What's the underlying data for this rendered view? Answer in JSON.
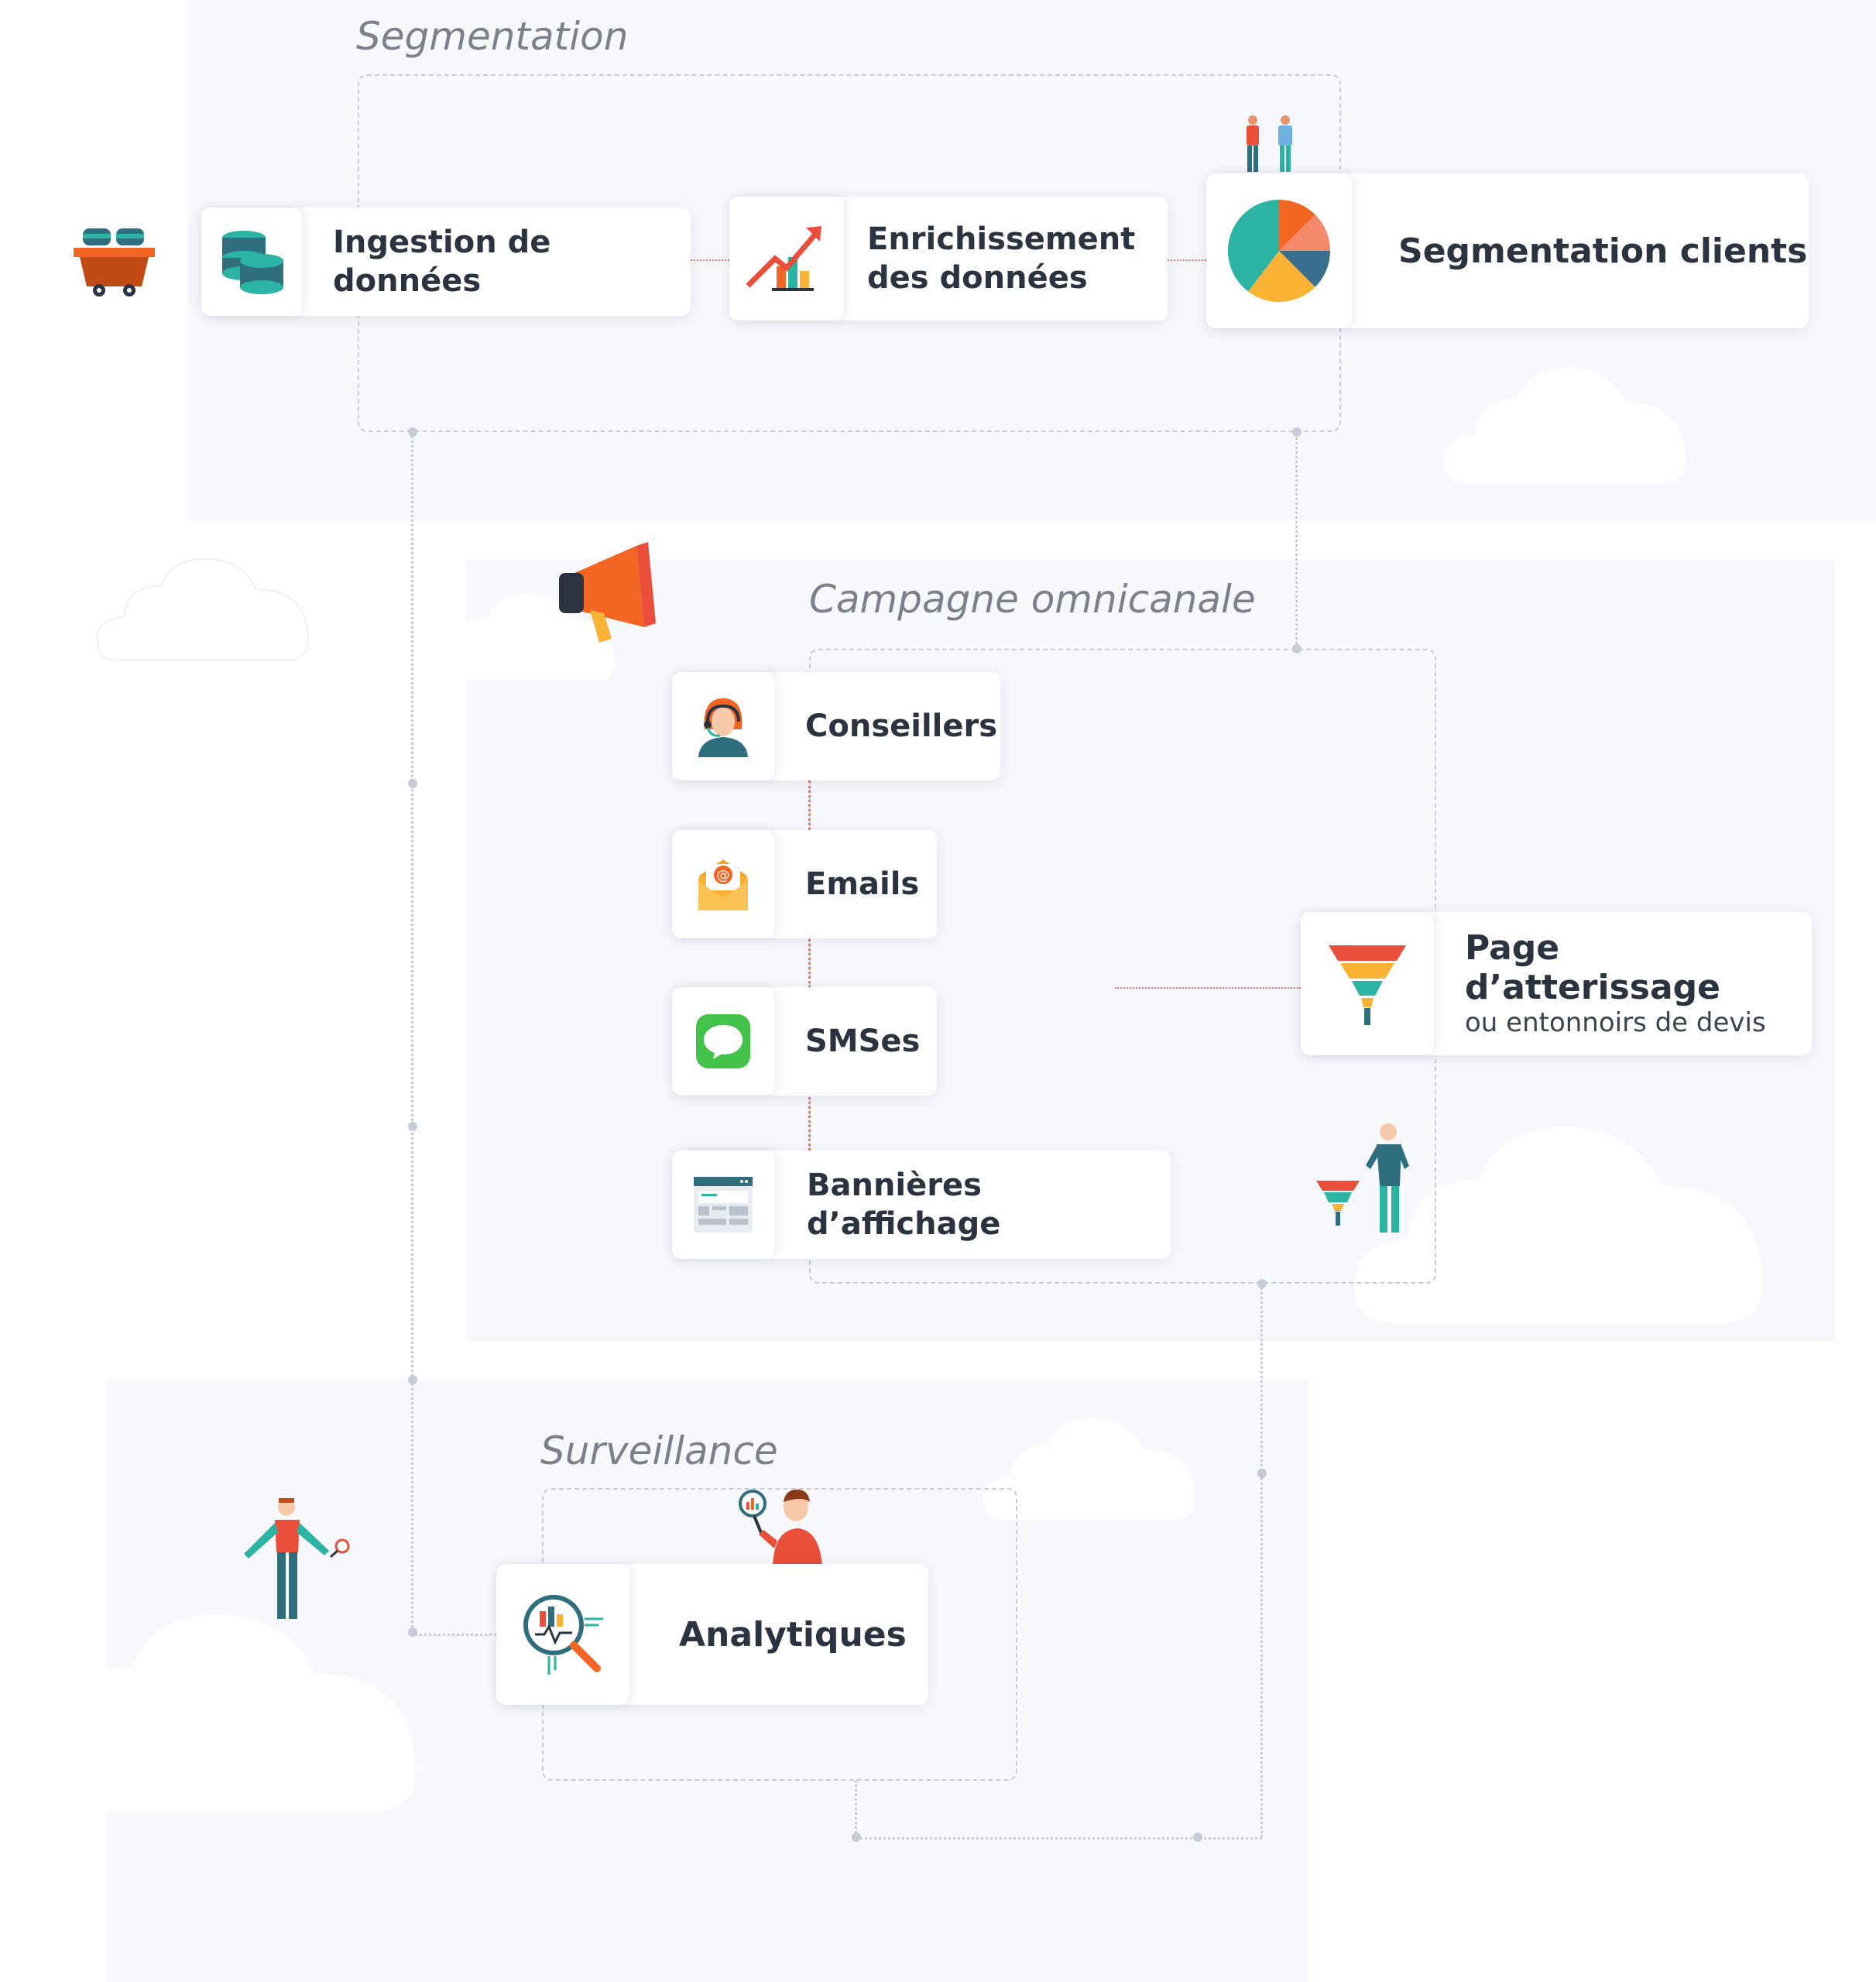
{
  "sections": {
    "segmentation": {
      "title": "Segmentation",
      "cards": {
        "ingestion": "Ingestion de données",
        "enrichissement_line1": "Enrichissement",
        "enrichissement_line2": "des données",
        "segmentation_clients": "Segmentation clients"
      }
    },
    "campagne": {
      "title": "Campagne omnicanale",
      "cards": {
        "conseillers": "Conseillers",
        "emails": "Emails",
        "smses": "SMSes",
        "bannieres": "Bannières d’affichage",
        "landing_title": "Page d’atterissage",
        "landing_sub": "ou entonnoirs de devis"
      }
    },
    "surveillance": {
      "title": "Surveillance",
      "cards": {
        "analytiques": "Analytiques"
      }
    }
  },
  "icons": {
    "mine_cart": "mine-cart-icon",
    "database": "database-icon",
    "growth_chart": "growth-chart-icon",
    "pie_chart": "pie-chart-icon",
    "people": "people-icon",
    "megaphone": "megaphone-icon",
    "advisor": "advisor-headset-icon",
    "email": "email-envelope-icon",
    "sms": "sms-bubble-icon",
    "banner": "display-banner-icon",
    "funnel": "funnel-icon",
    "analytics": "analytics-magnifier-icon"
  },
  "colors": {
    "teal": "#2bb3a3",
    "orange": "#f26522",
    "red": "#e94f3a",
    "yellow": "#f9b233",
    "dark_teal": "#2f6e7f",
    "panel_bg": "#f7f8fc",
    "text": "#2c3340",
    "muted": "#7d7f8c"
  }
}
